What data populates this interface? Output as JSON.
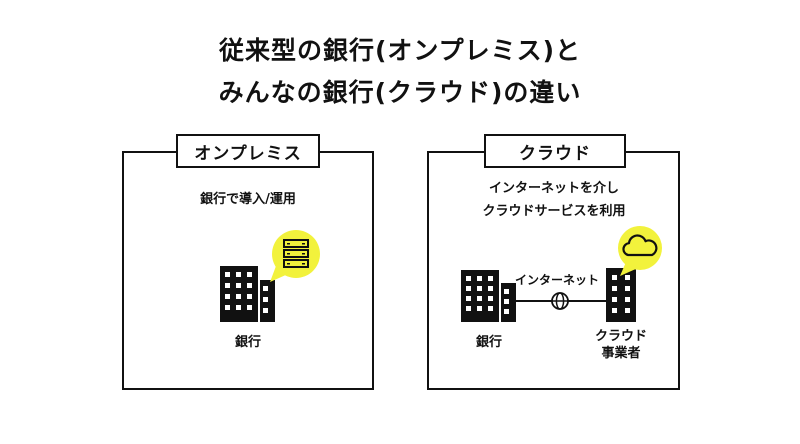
{
  "title": {
    "line1": "従来型の銀行(オンプレミス)と",
    "line2": "みんなの銀行(クラウド)の違い"
  },
  "onpremise": {
    "label": "オンプレミス",
    "description": "銀行で導入/運用",
    "bank_label": "銀行"
  },
  "cloud": {
    "label": "クラウド",
    "description_line1": "インターネットを介し",
    "description_line2": "クラウドサービスを利用",
    "network_label": "インターネット",
    "bank_label": "銀行",
    "provider_line1": "クラウド",
    "provider_line2": "事業者"
  },
  "colors": {
    "accent": "#f2f23c",
    "line": "#111111"
  },
  "icons": [
    "building-icon",
    "server-icon",
    "cloud-icon",
    "globe-icon"
  ]
}
